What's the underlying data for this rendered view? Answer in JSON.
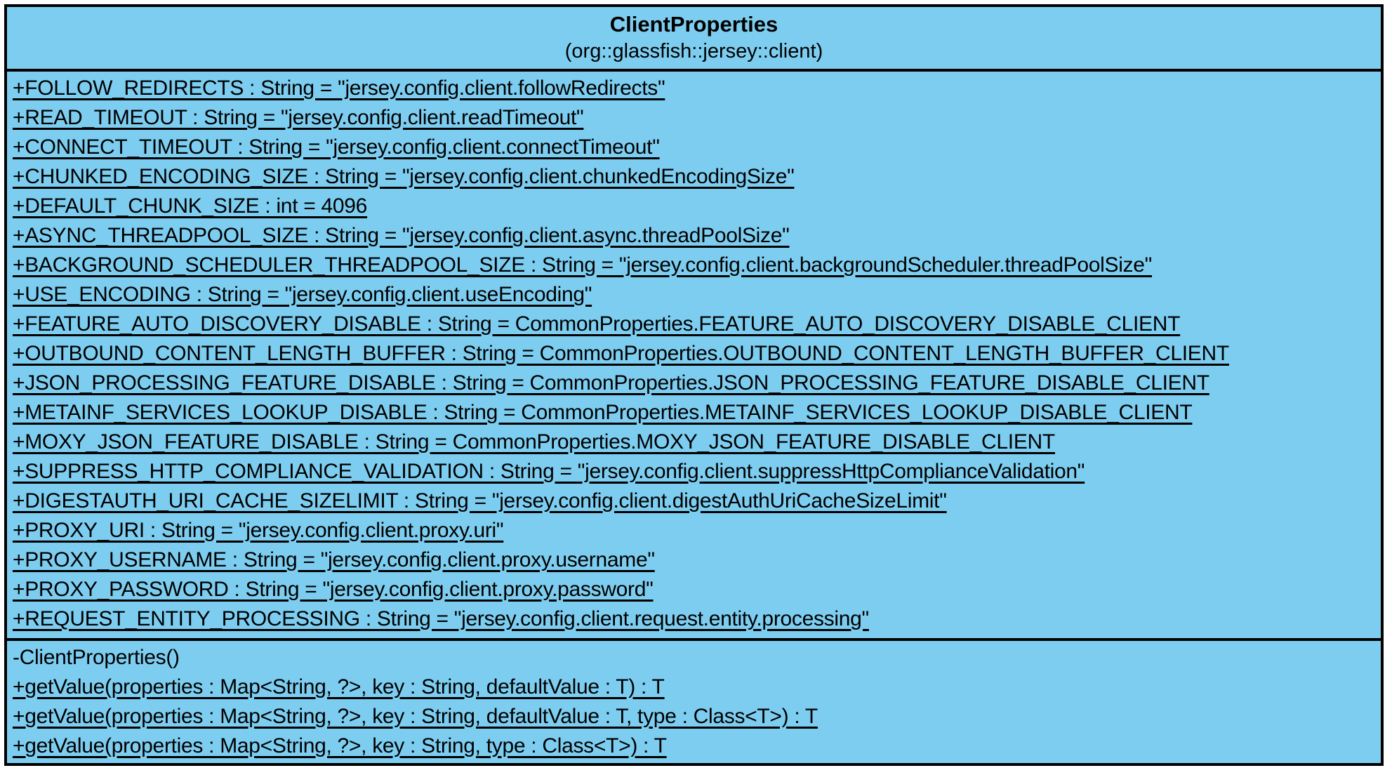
{
  "colors": {
    "fill": "#7DCDF0",
    "border": "#000000",
    "text": "#000000",
    "page_background": "#FFFFFF"
  },
  "uml_class": {
    "name": "ClientProperties",
    "package": "(org::glassfish::jersey::client)",
    "attributes": [
      {
        "text": "+FOLLOW_REDIRECTS : String = \"jersey.config.client.followRedirects\"",
        "static": true
      },
      {
        "text": "+READ_TIMEOUT : String = \"jersey.config.client.readTimeout\"",
        "static": true
      },
      {
        "text": "+CONNECT_TIMEOUT : String = \"jersey.config.client.connectTimeout\"",
        "static": true
      },
      {
        "text": "+CHUNKED_ENCODING_SIZE : String = \"jersey.config.client.chunkedEncodingSize\"",
        "static": true
      },
      {
        "text": "+DEFAULT_CHUNK_SIZE : int = 4096",
        "static": true
      },
      {
        "text": "+ASYNC_THREADPOOL_SIZE : String = \"jersey.config.client.async.threadPoolSize\"",
        "static": true
      },
      {
        "text": "+BACKGROUND_SCHEDULER_THREADPOOL_SIZE : String = \"jersey.config.client.backgroundScheduler.threadPoolSize\"",
        "static": true
      },
      {
        "text": "+USE_ENCODING : String = \"jersey.config.client.useEncoding\"",
        "static": true
      },
      {
        "text": "+FEATURE_AUTO_DISCOVERY_DISABLE : String = CommonProperties.FEATURE_AUTO_DISCOVERY_DISABLE_CLIENT",
        "static": true
      },
      {
        "text": "+OUTBOUND_CONTENT_LENGTH_BUFFER : String = CommonProperties.OUTBOUND_CONTENT_LENGTH_BUFFER_CLIENT",
        "static": true
      },
      {
        "text": "+JSON_PROCESSING_FEATURE_DISABLE : String = CommonProperties.JSON_PROCESSING_FEATURE_DISABLE_CLIENT",
        "static": true
      },
      {
        "text": "+METAINF_SERVICES_LOOKUP_DISABLE : String = CommonProperties.METAINF_SERVICES_LOOKUP_DISABLE_CLIENT",
        "static": true
      },
      {
        "text": "+MOXY_JSON_FEATURE_DISABLE : String = CommonProperties.MOXY_JSON_FEATURE_DISABLE_CLIENT",
        "static": true
      },
      {
        "text": "+SUPPRESS_HTTP_COMPLIANCE_VALIDATION : String = \"jersey.config.client.suppressHttpComplianceValidation\"",
        "static": true
      },
      {
        "text": "+DIGESTAUTH_URI_CACHE_SIZELIMIT : String = \"jersey.config.client.digestAuthUriCacheSizeLimit\"",
        "static": true
      },
      {
        "text": "+PROXY_URI : String = \"jersey.config.client.proxy.uri\"",
        "static": true
      },
      {
        "text": "+PROXY_USERNAME : String = \"jersey.config.client.proxy.username\"",
        "static": true
      },
      {
        "text": "+PROXY_PASSWORD : String = \"jersey.config.client.proxy.password\"",
        "static": true
      },
      {
        "text": "+REQUEST_ENTITY_PROCESSING : String = \"jersey.config.client.request.entity.processing\"",
        "static": true
      }
    ],
    "methods": [
      {
        "text": "-ClientProperties()",
        "static": false
      },
      {
        "text": "+getValue(properties : Map<String, ?>, key : String, defaultValue : T) : T",
        "static": true
      },
      {
        "text": "+getValue(properties : Map<String, ?>, key : String, defaultValue : T, type : Class<T>) : T",
        "static": true
      },
      {
        "text": "+getValue(properties : Map<String, ?>, key : String, type : Class<T>) : T",
        "static": true
      }
    ]
  }
}
